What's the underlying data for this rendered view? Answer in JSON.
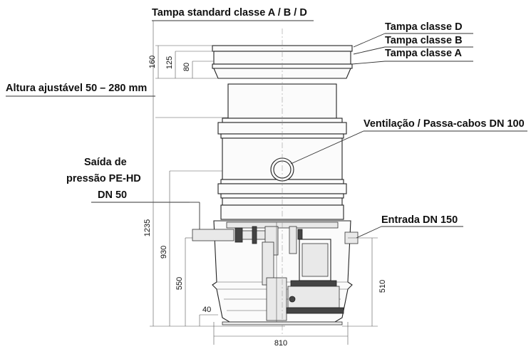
{
  "callouts": {
    "tampa_standard": "Tampa standard classe A / B / D",
    "tampa_d": "Tampa classe D",
    "tampa_b": "Tampa classe B",
    "tampa_a": "Tampa classe A",
    "altura": "Altura ajustável 50 – 280 mm",
    "ventilacao": "Ventilação / Passa-cabos DN 100",
    "saida_line1": "Saída de",
    "saida_line2": "pressão PE-HD",
    "saida_line3": "DN 50",
    "entrada": "Entrada DN 150"
  },
  "dimensions": {
    "d160": "160",
    "d125": "125",
    "d80": "80",
    "d1235": "1235",
    "d930": "930",
    "d550": "550",
    "d40": "40",
    "d510": "510",
    "d810": "810"
  }
}
